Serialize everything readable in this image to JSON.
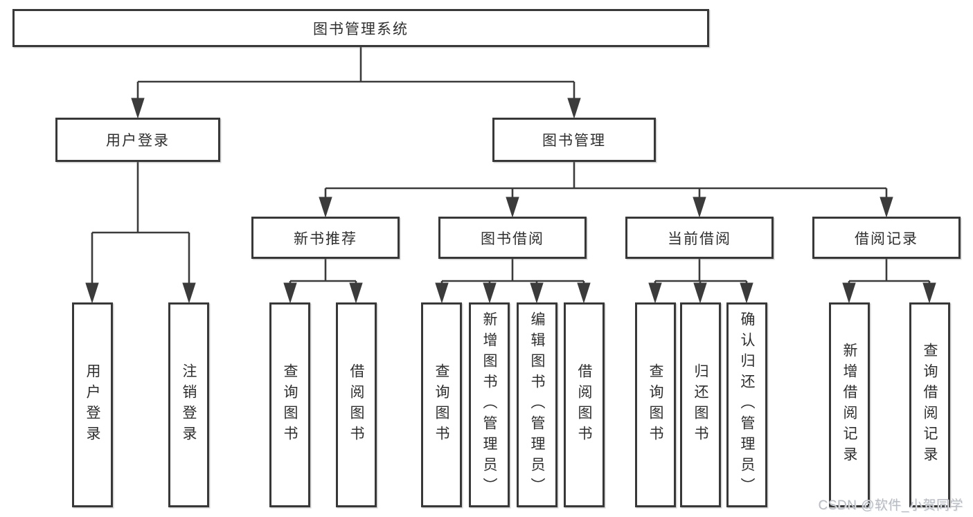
{
  "colors": {
    "page": "#ffffff",
    "line": "#3b3b3b",
    "border": "#383838",
    "text": "#2e2e2e",
    "fill": "#ffffff",
    "watermark": "#b9bcc2"
  },
  "watermark": {
    "text": "CSDN @软件_小贺同学"
  },
  "tree": {
    "root": {
      "label": "图书管理系统"
    },
    "branches": [
      {
        "label": "用户登录",
        "children": [
          {
            "label": "用户登录"
          },
          {
            "label": "注销登录"
          }
        ]
      },
      {
        "label": "图书管理",
        "children": [
          {
            "label": "新书推荐",
            "children": [
              {
                "label": "查询图书"
              },
              {
                "label": "借阅图书"
              }
            ]
          },
          {
            "label": "图书借阅",
            "children": [
              {
                "label": "查询图书"
              },
              {
                "label": "新增图书（管理员）"
              },
              {
                "label": "编辑图书（管理员）"
              },
              {
                "label": "借阅图书"
              }
            ]
          },
          {
            "label": "当前借阅",
            "children": [
              {
                "label": "查询图书"
              },
              {
                "label": "归还图书"
              },
              {
                "label": "确认归还（管理员）"
              }
            ]
          },
          {
            "label": "借阅记录",
            "children": [
              {
                "label": "新增借阅记录"
              },
              {
                "label": "查询借阅记录"
              }
            ]
          }
        ]
      }
    ]
  }
}
